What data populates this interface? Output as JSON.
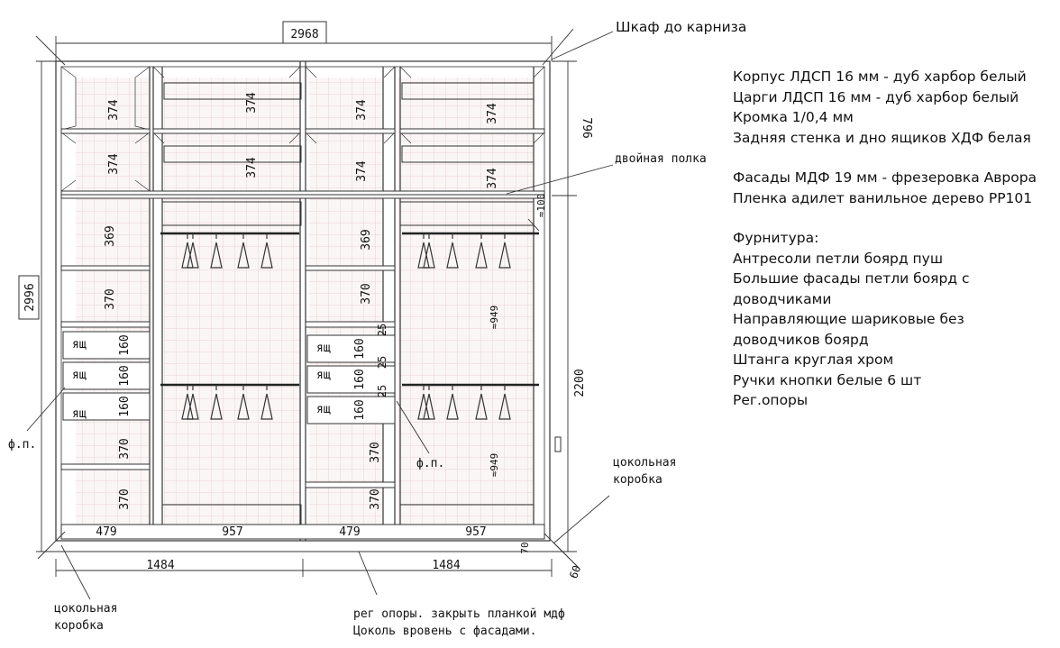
{
  "dimensions": {
    "total_width": "2968",
    "total_height": "2996",
    "upper_height": "796",
    "lower_height": "2200",
    "left_section_width": "1484",
    "right_section_width": "1484",
    "inset_100": "≈100",
    "plinth_depth": "60",
    "plinth_height": "70",
    "col_479_a": "479",
    "col_957_a": "957",
    "col_479_b": "479",
    "col_957_b": "957",
    "shelf_374": "374",
    "shelf_369": "369",
    "shelf_370": "370",
    "drawer_160": "160",
    "drawer_gap_25": "25",
    "hanging_949": "≈949",
    "drawer_label": "ящ",
    "facade_label": "ф.п."
  },
  "callouts": {
    "cornice": "Шкаф до карниза",
    "double_shelf": "двойная полка",
    "plinth_box_right_1": "цокольная",
    "plinth_box_right_2": "коробка",
    "plinth_box_left_1": "цокольная",
    "plinth_box_left_2": "коробка",
    "bottom_note_1": "рег опоры. закрыть планкой мдф",
    "bottom_note_2": "Цоколь вровень с фасадами."
  },
  "notes": {
    "line1": "Корпус ЛДСП 16 мм - дуб харбор белый",
    "line2": "Царги ЛДСП 16 мм - дуб харбор белый",
    "line3": "Кромка 1/0,4 мм",
    "line4": "Задняя стенка и дно ящиков ХДФ белая",
    "line5": "Фасады МДФ 19 мм - фрезеровка Аврора",
    "line6": "Пленка адилет ванильное дерево PP101",
    "line7": "Фурнитура:",
    "line8": "Антресоли петли боярд пуш",
    "line9": "Большие фасады петли боярд с",
    "line10": "доводчиками",
    "line11": "Направляющие шариковые без",
    "line12": "доводчиков боярд",
    "line13": "Штанга круглая хром",
    "line14": "Ручки кнопки белые 6 шт",
    "line15": "Рег.опоры"
  }
}
